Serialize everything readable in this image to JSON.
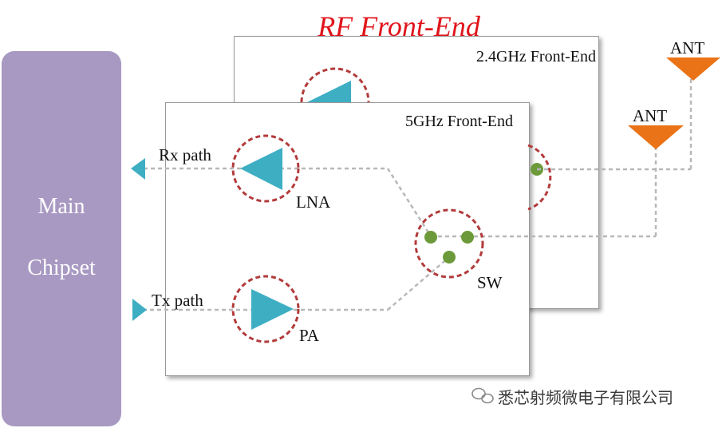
{
  "title": "RF Front-End",
  "chipset": {
    "line1": "Main",
    "line2": "Chipset"
  },
  "panels": {
    "band24": "2.4GHz Front-End",
    "band5": "5GHz Front-End"
  },
  "labels": {
    "rx": "Rx path",
    "tx": "Tx path",
    "lna": "LNA",
    "pa": "PA",
    "sw": "SW",
    "ant1": "ANT",
    "ant2": "ANT"
  },
  "watermark": "悉芯射频微电子有限公司",
  "colors": {
    "chipset": "#a899c2",
    "title": "#e0141b",
    "amplifier": "#3eaec3",
    "antenna": "#ea7317",
    "switch_node": "#6c9a3a",
    "dashed_circle": "#b23b3b",
    "signal_line": "#b8b8b8"
  }
}
